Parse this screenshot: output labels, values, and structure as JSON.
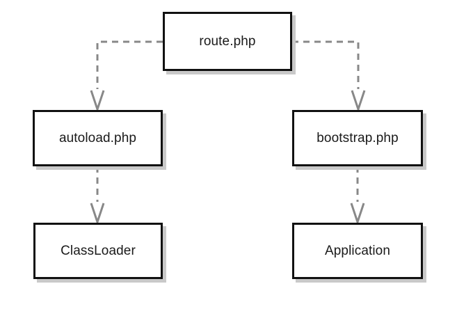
{
  "diagram": {
    "type": "flow-diagram",
    "background_color": "#ffffff",
    "node_fill_color": "#ffffff",
    "node_border_color": "#111111",
    "node_shadow_color": "#c9c9c9",
    "edge_color": "#888888",
    "edge_style": "dashed",
    "arrowhead_style": "open-v",
    "nodes": [
      {
        "id": "route",
        "label": "route.php"
      },
      {
        "id": "autoload",
        "label": "autoload.php"
      },
      {
        "id": "bootstrap",
        "label": "bootstrap.php"
      },
      {
        "id": "classloader",
        "label": "ClassLoader"
      },
      {
        "id": "application",
        "label": "Application"
      }
    ],
    "edges": [
      {
        "from": "route",
        "to": "autoload",
        "label": ""
      },
      {
        "from": "route",
        "to": "bootstrap",
        "label": ""
      },
      {
        "from": "autoload",
        "to": "classloader",
        "label": ""
      },
      {
        "from": "bootstrap",
        "to": "application",
        "label": ""
      }
    ]
  }
}
